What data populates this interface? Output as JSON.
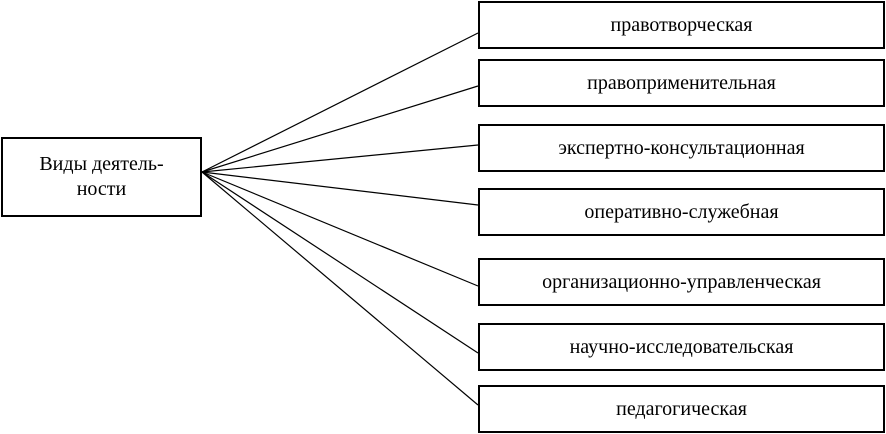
{
  "root": {
    "line1": "Виды деятель-",
    "line2": "ности"
  },
  "activities": [
    "правотворческая",
    "правоприменительная",
    "экспертно-консультационная",
    "оперативно-служебная",
    "организационно-управленческая",
    "научно-исследовательская",
    "педагогическая"
  ]
}
